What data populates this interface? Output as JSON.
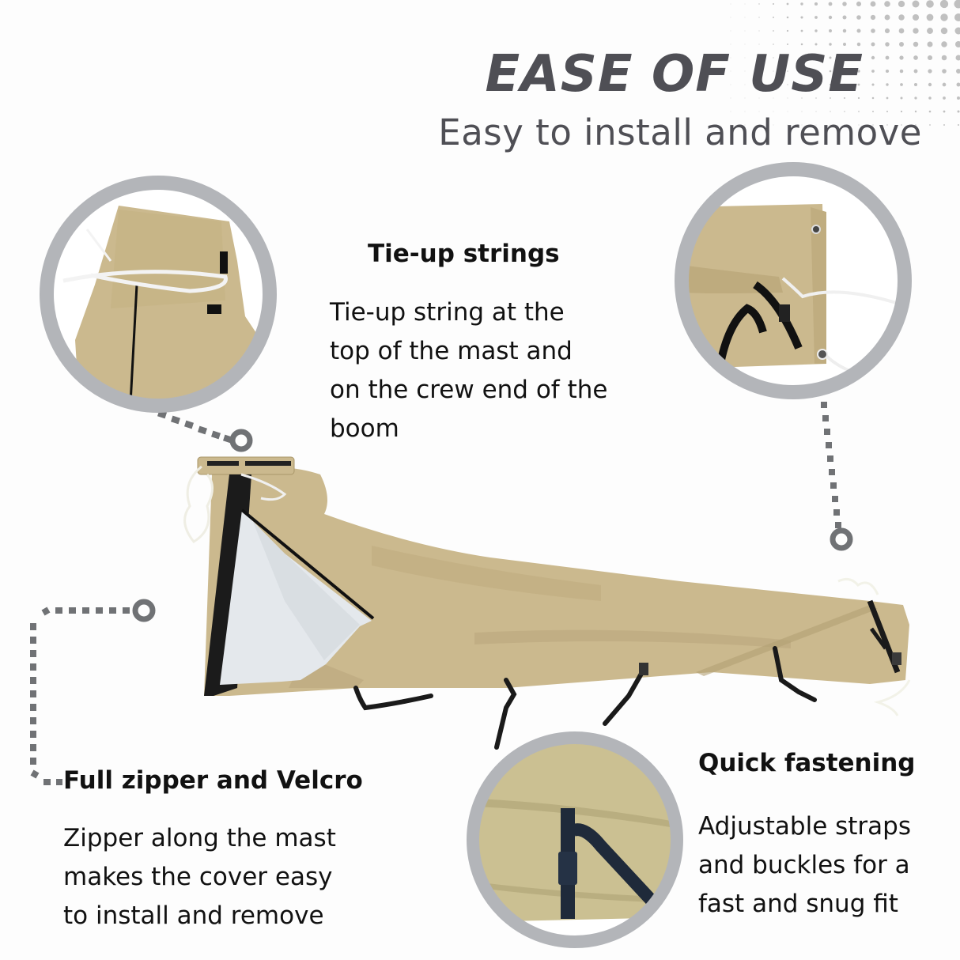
{
  "header": {
    "title": "EASE OF USE",
    "subtitle": "Easy to install and remove"
  },
  "features": [
    {
      "id": "tie-up-strings",
      "title": "Tie-up strings",
      "body": "Tie-up string at the\ntop of the mast and\non the crew end of the\nboom",
      "image": "close-up of tie-up string at top of mast cover"
    },
    {
      "id": "full-zipper-velcro",
      "title": "Full zipper and Velcro",
      "body": "Zipper along the mast\nmakes the cover easy\nto install and remove",
      "image": "full product view showing open zipper and silver lining"
    },
    {
      "id": "quick-fastening",
      "title": "Quick fastening",
      "body": "Adjustable straps\nand buckles for a\nfast and snug fit",
      "image": "close-up of buckle strap on cover"
    },
    {
      "id": "boom-end",
      "image": "close-up of boom end with grommets, straps and string"
    }
  ],
  "colors": {
    "background": "#fdfdfd",
    "title": "#4f4f55",
    "body_text": "#111111",
    "circle_ring": "#b3b5b9",
    "connector": "#707275",
    "fabric": "#cbb98e",
    "fabric_shadow": "#b7a47a",
    "lining": "#e4e8ec",
    "strap": "#1a1a1a",
    "strap_blue": "#1f2a3a"
  }
}
